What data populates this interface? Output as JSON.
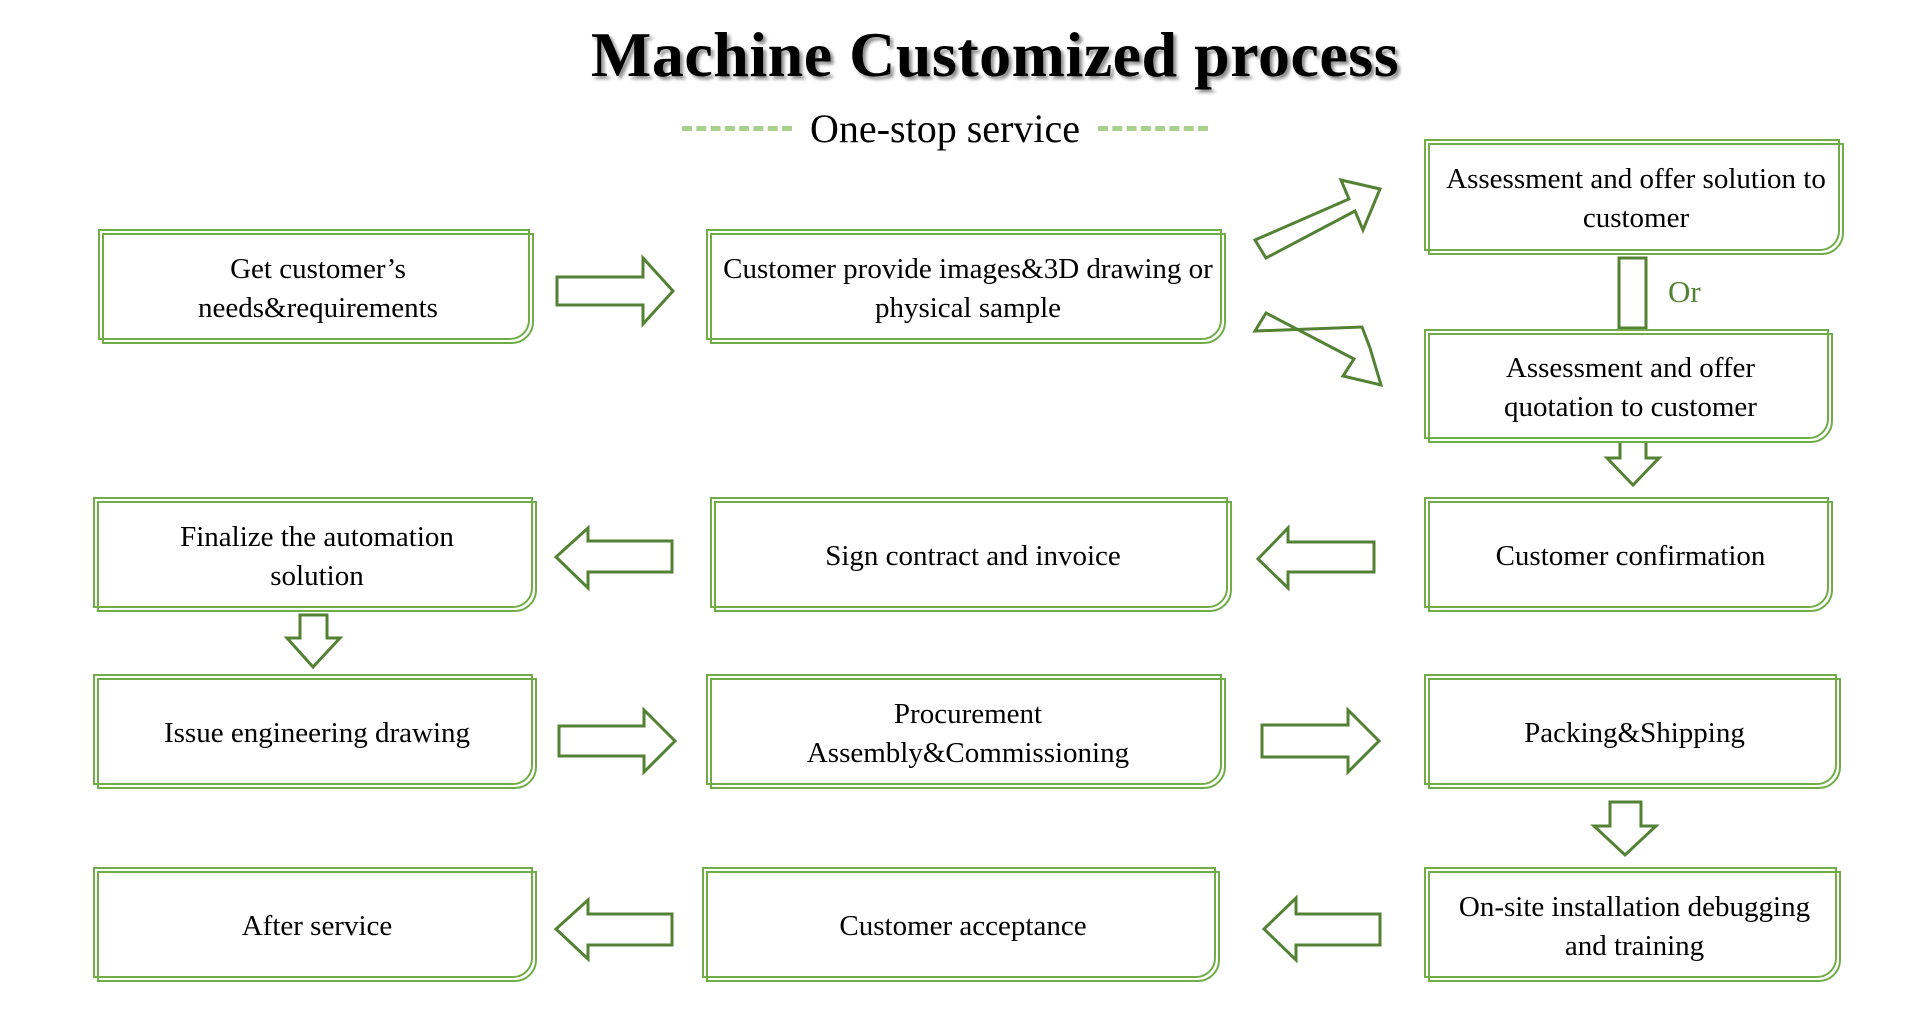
{
  "title": "Machine Customized process",
  "subtitle": "One-stop service",
  "or_label": "Or",
  "colors": {
    "stroke": "#548235",
    "box_border": "#70ad47",
    "dash": "#a9d18e"
  },
  "steps": {
    "get_needs": "Get customer’s needs&requirements",
    "customer_provide": "Customer provide images&3D drawing or physical sample",
    "assess_solution": "Assessment and offer solution to customer",
    "assess_quotation": "Assessment and offer quotation to customer",
    "customer_confirmation": "Customer confirmation",
    "sign_contract": "Sign contract and invoice",
    "finalize": "Finalize the automation solution",
    "issue_drawing": "Issue engineering drawing",
    "procurement": "Procurement Assembly&Commissioning",
    "packing": "Packing&Shipping",
    "onsite": "On-site installation debugging and training",
    "acceptance": "Customer acceptance",
    "after_service": "After service"
  }
}
